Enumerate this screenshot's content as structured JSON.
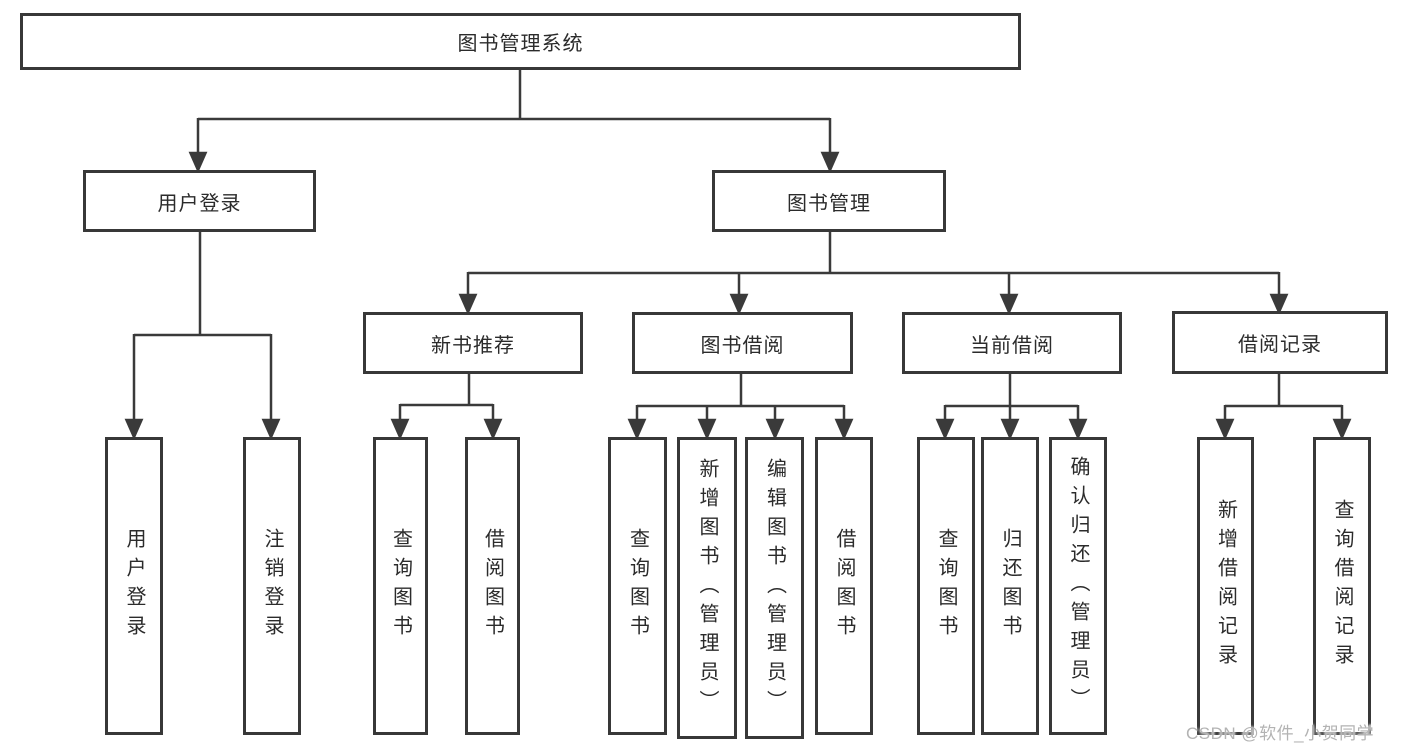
{
  "diagram": {
    "root": {
      "label": "图书管理系统"
    },
    "level1": [
      {
        "label": "用户登录"
      },
      {
        "label": "图书管理"
      }
    ],
    "level2": [
      {
        "label": "新书推荐"
      },
      {
        "label": "图书借阅"
      },
      {
        "label": "当前借阅"
      },
      {
        "label": "借阅记录"
      }
    ],
    "leaves": {
      "user_login": [
        "用户登录",
        "注销登录"
      ],
      "new_books": [
        "查询图书",
        "借阅图书"
      ],
      "book_borrow": [
        "查询图书",
        "新增图书（管理员）",
        "编辑图书（管理员）",
        "借阅图书"
      ],
      "current_borrow": [
        "查询图书",
        "归还图书",
        "确认归还（管理员）"
      ],
      "borrow_records": [
        "新增借阅记录",
        "查询借阅记录"
      ]
    }
  },
  "watermark": "CSDN @软件_小贺同学",
  "colors": {
    "line": "#3a3a3a",
    "border": "#383838",
    "text": "#2b2b2b",
    "background": "#ffffff",
    "watermark": "#b3b3b3"
  }
}
